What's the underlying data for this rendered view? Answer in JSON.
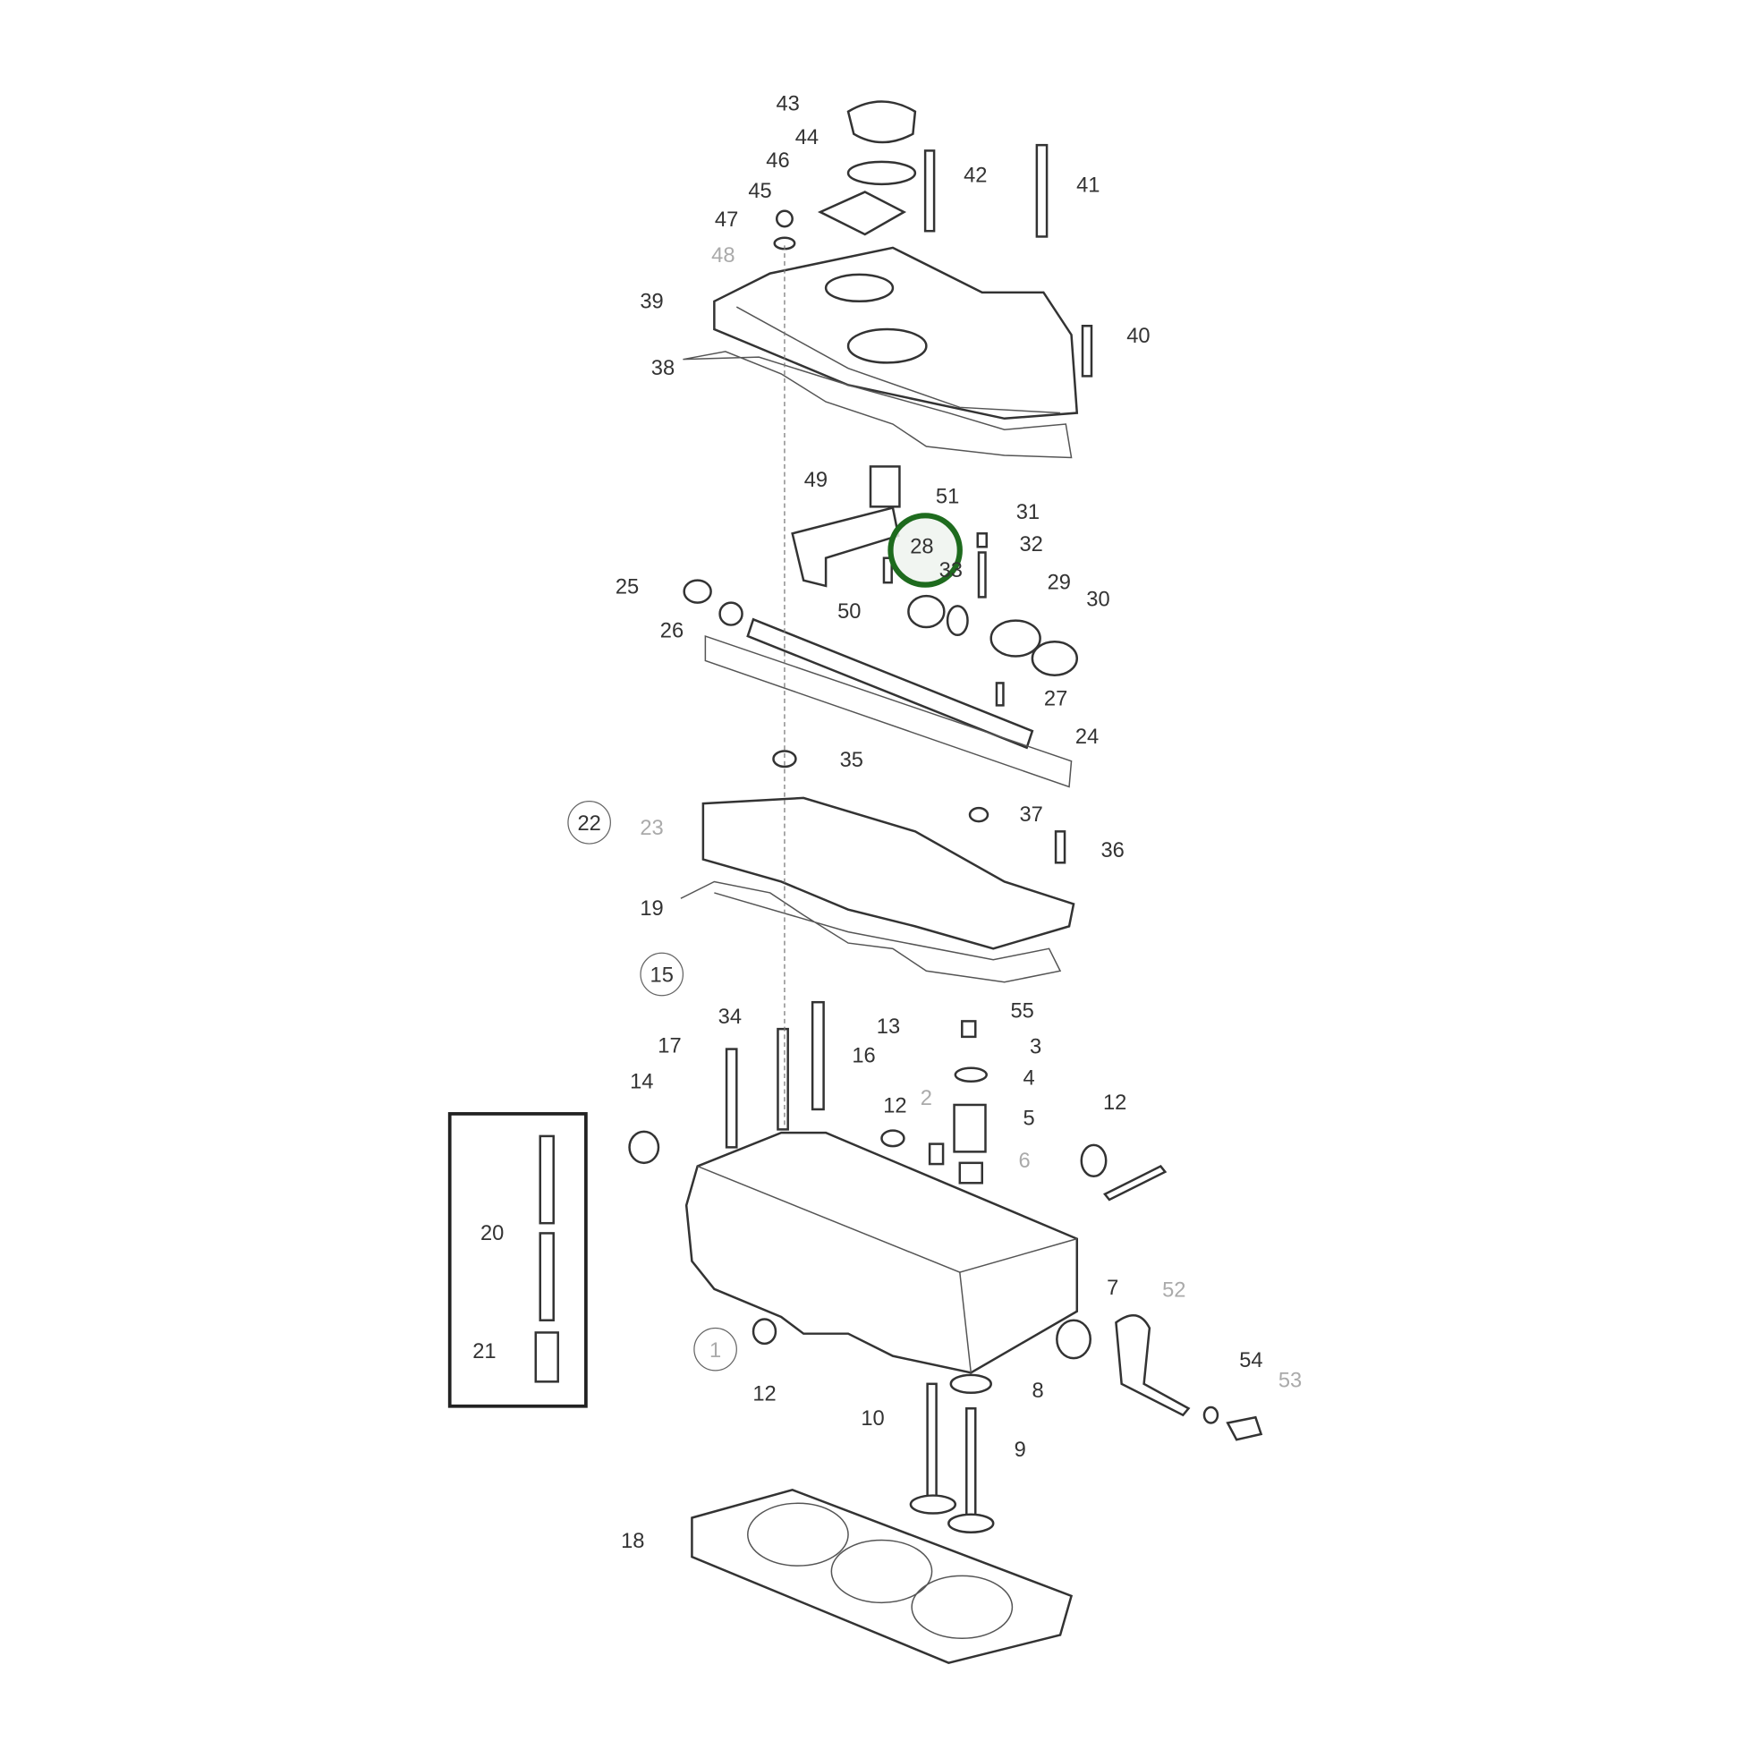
{
  "diagram": {
    "title": "Cylinder head exploded view",
    "highlight_color": "#1e6b1e",
    "highlighted_part": "28",
    "labels": [
      {
        "n": "43"
      },
      {
        "n": "44"
      },
      {
        "n": "46"
      },
      {
        "n": "42"
      },
      {
        "n": "41"
      },
      {
        "n": "45"
      },
      {
        "n": "47"
      },
      {
        "n": "48",
        "grey": true
      },
      {
        "n": "39"
      },
      {
        "n": "40"
      },
      {
        "n": "38"
      },
      {
        "n": "49"
      },
      {
        "n": "51"
      },
      {
        "n": "31"
      },
      {
        "n": "32"
      },
      {
        "n": "28"
      },
      {
        "n": "33"
      },
      {
        "n": "29"
      },
      {
        "n": "30"
      },
      {
        "n": "25"
      },
      {
        "n": "50"
      },
      {
        "n": "26"
      },
      {
        "n": "27"
      },
      {
        "n": "24"
      },
      {
        "n": "35"
      },
      {
        "n": "22",
        "circled": true
      },
      {
        "n": "23",
        "grey": true
      },
      {
        "n": "37"
      },
      {
        "n": "36"
      },
      {
        "n": "19"
      },
      {
        "n": "15",
        "circled": true
      },
      {
        "n": "55"
      },
      {
        "n": "34"
      },
      {
        "n": "13"
      },
      {
        "n": "17"
      },
      {
        "n": "3"
      },
      {
        "n": "16"
      },
      {
        "n": "4"
      },
      {
        "n": "14"
      },
      {
        "n": "12"
      },
      {
        "n": "12"
      },
      {
        "n": "2",
        "grey": true
      },
      {
        "n": "5"
      },
      {
        "n": "6",
        "grey": true
      },
      {
        "n": "20"
      },
      {
        "n": "7"
      },
      {
        "n": "52",
        "grey": true
      },
      {
        "n": "21"
      },
      {
        "n": "1",
        "circled": true,
        "grey": true
      },
      {
        "n": "54"
      },
      {
        "n": "53",
        "grey": true
      },
      {
        "n": "12"
      },
      {
        "n": "8"
      },
      {
        "n": "10"
      },
      {
        "n": "9"
      },
      {
        "n": "18"
      }
    ]
  }
}
